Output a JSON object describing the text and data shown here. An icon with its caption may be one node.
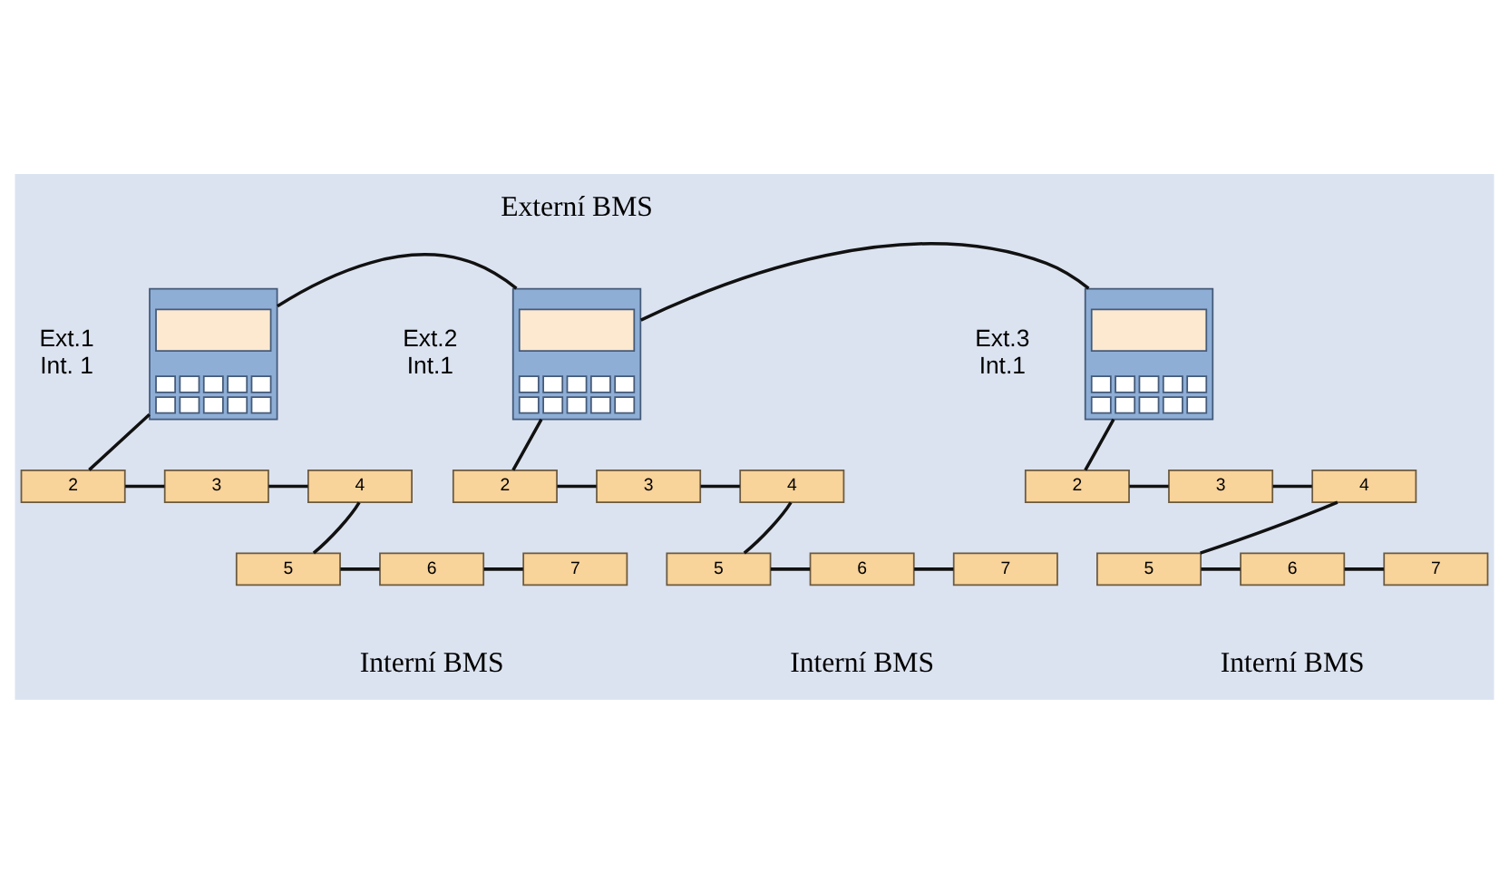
{
  "diagram": {
    "nodes": [
      {
        "text": [],
        "shape": "box",
        "beside": [
          "Ext.1",
          "Int. 1"
        ]
      },
      {
        "text": [
          "2"
        ]
      },
      {
        "text": [
          "3"
        ]
      },
      {
        "text": [
          "4"
        ]
      },
      {
        "text": [
          "7"
        ]
      },
      {
        "text": [
          "6"
        ]
      },
      {
        "text": [
          "5"
        ]
      },
      {
        "text": [],
        "shape": "box",
        "beside": [
          "Ext.2",
          "Int.1"
        ]
      },
      {
        "text": [
          "2"
        ]
      },
      {
        "text": [
          "3"
        ]
      },
      {
        "text": [
          "4"
        ]
      },
      {
        "text": [
          "7"
        ]
      },
      {
        "text": [
          "6"
        ]
      },
      {
        "text": [
          "5"
        ]
      },
      {
        "text": [],
        "shape": "box",
        "beside": [
          "Ext.3",
          "Int.1"
        ]
      },
      {
        "text": [
          "2"
        ]
      },
      {
        "text": [
          "3"
        ]
      },
      {
        "text": [
          "4"
        ]
      },
      {
        "text": [
          "7"
        ]
      },
      {
        "text": [
          "6"
        ]
      },
      {
        "text": [
          "5"
        ]
      }
    ],
    "edges": [
      {
        "from": 0,
        "to": 7,
        "arrow": "none"
      },
      {
        "from": 7,
        "to": 14,
        "arrow": "none"
      },
      {
        "from": 0,
        "to": 1,
        "arrow": "none"
      },
      {
        "from": 1,
        "to": 2,
        "arrow": "none"
      },
      {
        "from": 2,
        "to": 3,
        "arrow": "none"
      },
      {
        "from": 3,
        "to": 6,
        "arrow": "none"
      },
      {
        "from": 6,
        "to": 5,
        "arrow": "none"
      },
      {
        "from": 5,
        "to": 4,
        "arrow": "none"
      },
      {
        "from": 7,
        "to": 8,
        "arrow": "none"
      },
      {
        "from": 8,
        "to": 9,
        "arrow": "none"
      },
      {
        "from": 9,
        "to": 10,
        "arrow": "none"
      },
      {
        "from": 10,
        "to": 13,
        "arrow": "none"
      },
      {
        "from": 13,
        "to": 12,
        "arrow": "none"
      },
      {
        "from": 12,
        "to": 11,
        "arrow": "none"
      },
      {
        "from": 14,
        "to": 15,
        "arrow": "none"
      },
      {
        "from": 15,
        "to": 16,
        "arrow": "none"
      },
      {
        "from": 16,
        "to": 17,
        "arrow": "none"
      },
      {
        "from": 17,
        "to": 20,
        "arrow": "none"
      },
      {
        "from": 20,
        "to": 19,
        "arrow": "none"
      },
      {
        "from": 19,
        "to": 18,
        "arrow": "none"
      }
    ],
    "labels": [
      "Externí BMS",
      "Interní BMS",
      "Interní BMS",
      "Interní BMS"
    ]
  }
}
